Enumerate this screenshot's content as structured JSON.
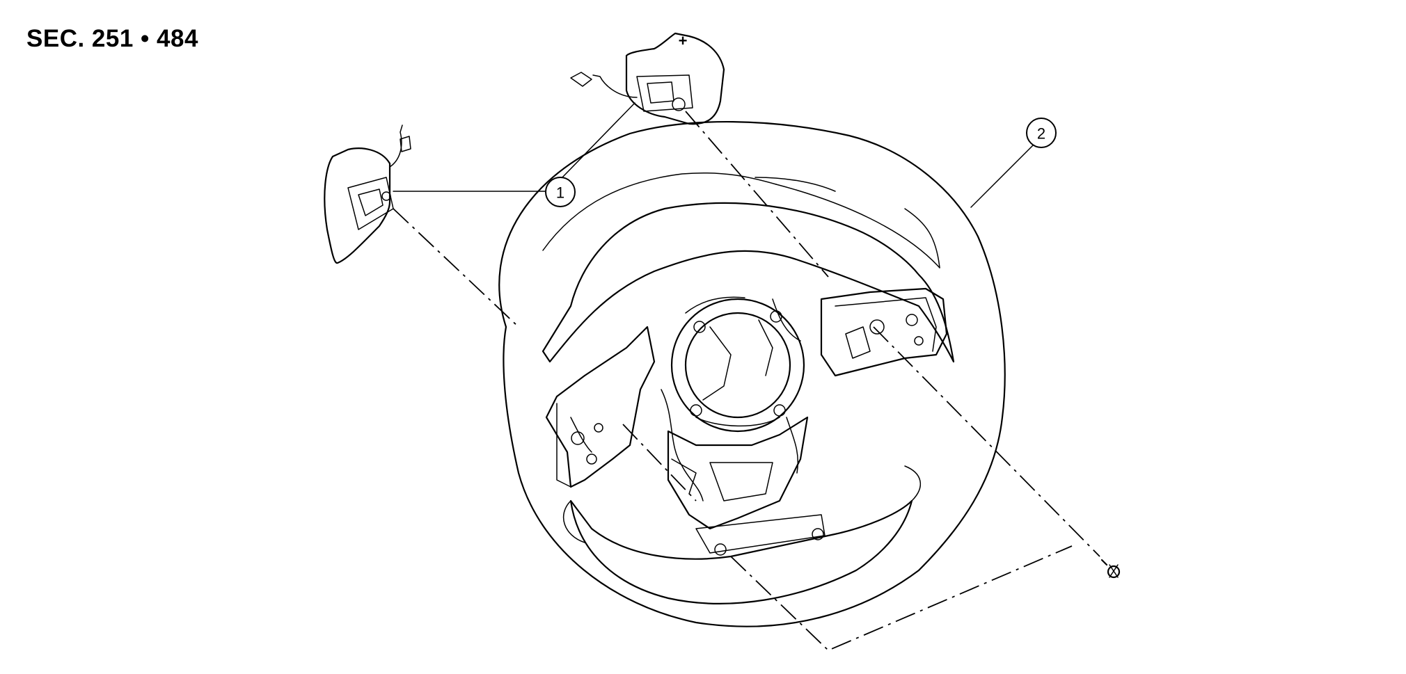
{
  "header": {
    "section_label": "SEC. 251 • 484"
  },
  "callouts": [
    {
      "id": "1",
      "label": "1"
    },
    {
      "id": "2",
      "label": "2"
    }
  ],
  "paddle_symbol": "+",
  "icons": [
    "steering-wheel-icon",
    "paddle-shifter-icon",
    "screw-icon"
  ],
  "colors": {
    "ink": "#000000",
    "paper": "#ffffff"
  }
}
